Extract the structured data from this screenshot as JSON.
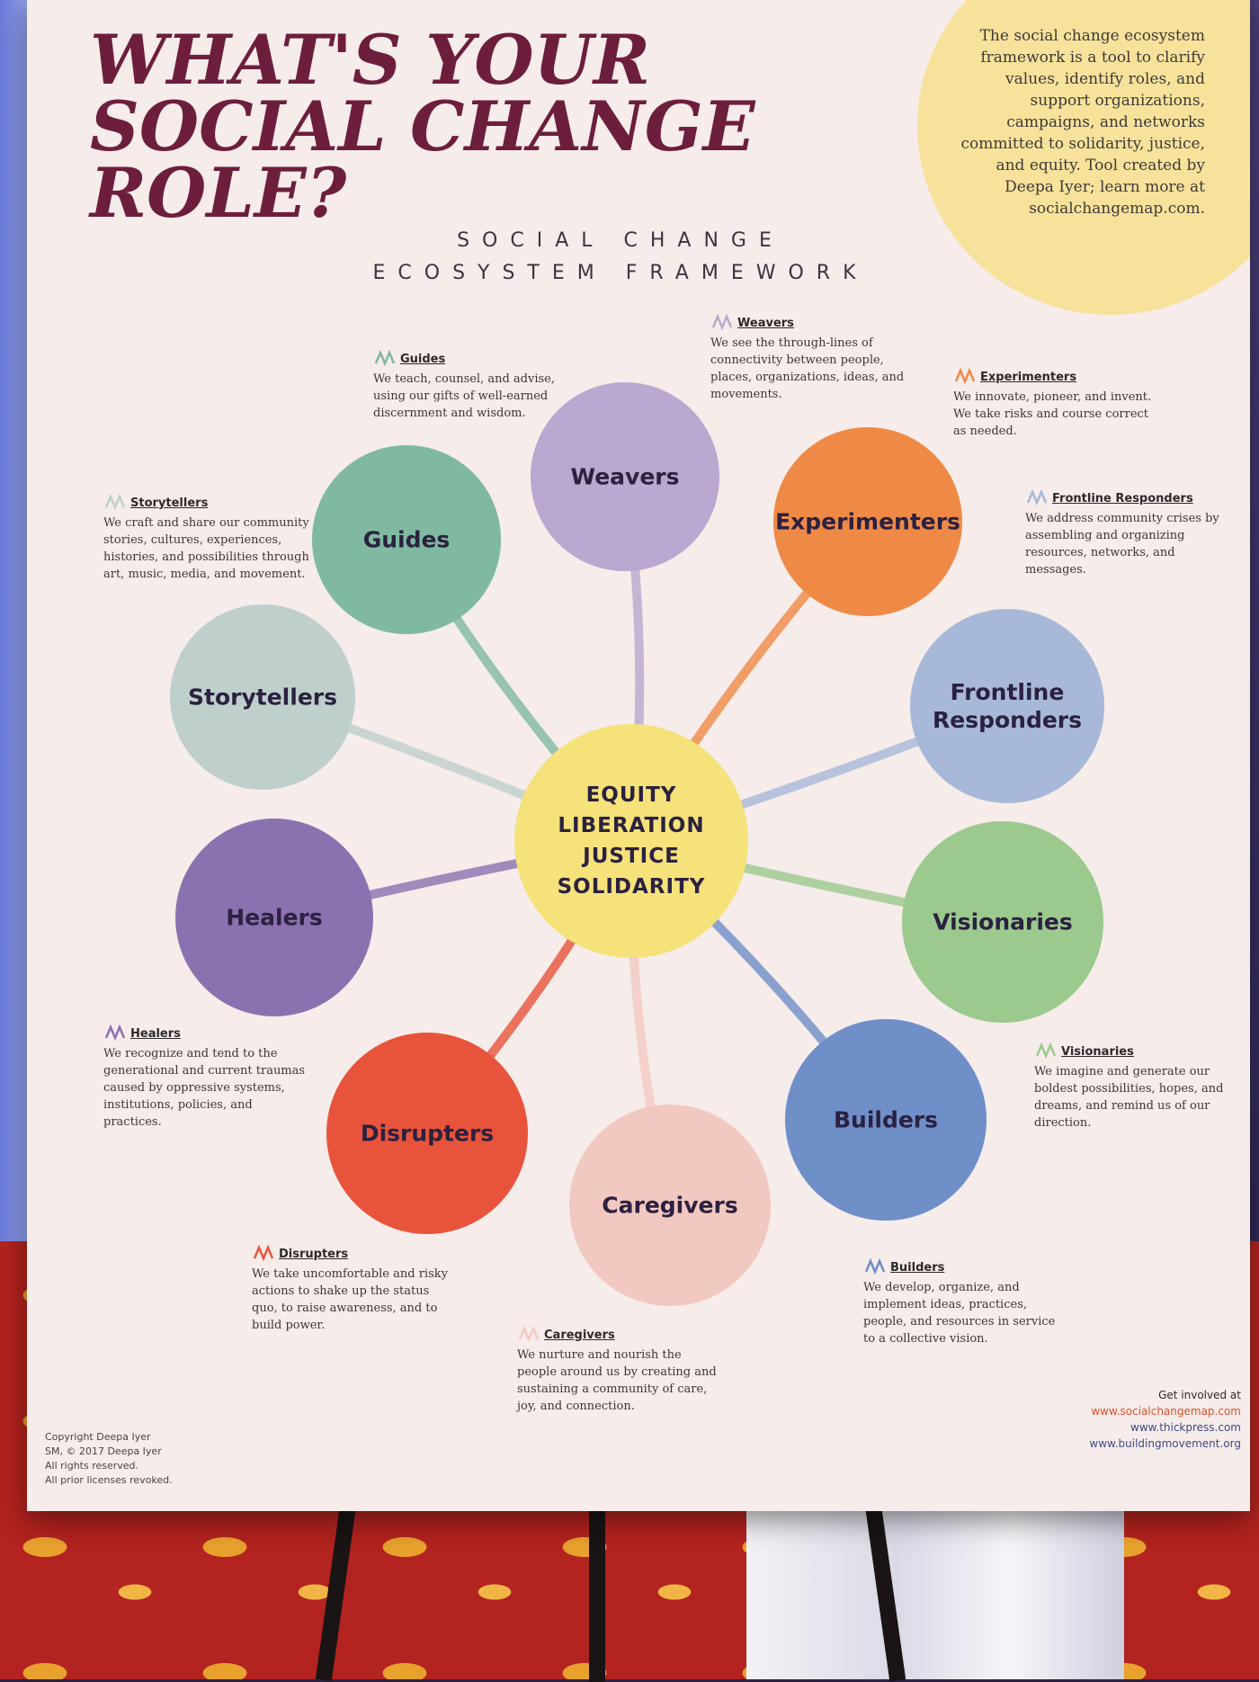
{
  "poster": {
    "title": "WHAT'S YOUR SOCIAL CHANGE ROLE?",
    "subtitle_line1": "SOCIAL CHANGE",
    "subtitle_line2": "ECOSYSTEM FRAMEWORK",
    "intro": "The social change ecosystem framework is a tool to clarify values, identify roles, and support organizations, campaigns, and networks committed to solidarity, justice, and equity. Tool created by Deepa Iyer; learn more at socialchangemap.com.",
    "center_values": [
      "EQUITY",
      "LIBERATION",
      "JUSTICE",
      "SOLIDARITY"
    ],
    "copyright": [
      "Copyright Deepa Iyer",
      "SM, © 2017 Deepa Iyer",
      "All rights reserved.",
      "All prior licenses revoked."
    ],
    "get_involved": {
      "heading": "Get involved at",
      "links": [
        "www.socialchangemap.com",
        "www.thickpress.com",
        "www.buildingmovement.org"
      ]
    }
  },
  "colors": {
    "center": "#f5e27a",
    "guides": "#7fb9a1",
    "weavers": "#b9a8cf",
    "experimenters": "#ef8a46",
    "frontline": "#a7b8d8",
    "visionaries": "#9cc98d",
    "builders": "#6f8fc9",
    "caregivers": "#f2c9c0",
    "disrupters": "#e8543b",
    "healers": "#8a72b0",
    "storytellers": "#bfd0cc"
  },
  "roles": [
    {
      "id": "guides",
      "label": "Guides",
      "heading": "Guides",
      "text": "We teach, counsel, and advise, using our gifts of well-earned discernment and wisdom."
    },
    {
      "id": "weavers",
      "label": "Weavers",
      "heading": "Weavers",
      "text": "We see the through-lines of connectivity between people, places, organizations, ideas, and movements."
    },
    {
      "id": "experimenters",
      "label": "Experimenters",
      "heading": "Experimenters",
      "text": "We innovate, pioneer, and invent. We take risks and course correct as needed."
    },
    {
      "id": "frontline",
      "label": "Frontline\nResponders",
      "heading": "Frontline Responders",
      "text": "We address community crises by assembling and organizing resources, networks, and messages."
    },
    {
      "id": "visionaries",
      "label": "Visionaries",
      "heading": "Visionaries",
      "text": "We imagine and generate our boldest possibilities, hopes, and dreams, and remind us of our direction."
    },
    {
      "id": "builders",
      "label": "Builders",
      "heading": "Builders",
      "text": "We develop, organize, and implement ideas, practices, people, and resources in service to a collective vision."
    },
    {
      "id": "caregivers",
      "label": "Caregivers",
      "heading": "Caregivers",
      "text": "We nurture and nourish the people around us by creating and sustaining a community of care, joy, and connection."
    },
    {
      "id": "disrupters",
      "label": "Disrupters",
      "heading": "Disrupters",
      "text": "We take uncomfortable and risky actions to shake up the status quo, to raise awareness, and to build power."
    },
    {
      "id": "healers",
      "label": "Healers",
      "heading": "Healers",
      "text": "We recognize and tend to the generational and current traumas caused by oppressive systems, institutions, policies, and practices."
    },
    {
      "id": "storytellers",
      "label": "Storytellers",
      "heading": "Storytellers",
      "text": "We craft and share our community stories, cultures, experiences, histories, and possibilities through art, music, media, and movement."
    }
  ]
}
